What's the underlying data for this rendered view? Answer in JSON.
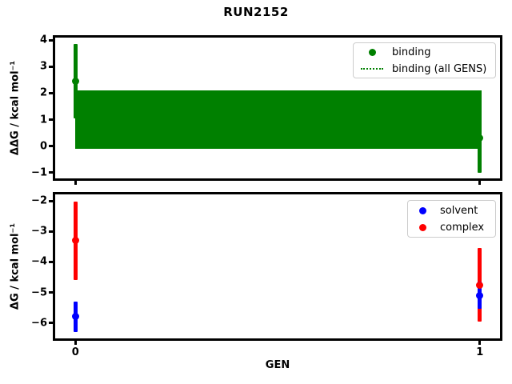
{
  "title": "RUN2152",
  "colors": {
    "binding": "#008000",
    "solvent": "#0000ff",
    "complex": "#ff0000",
    "axes": "#000000",
    "legend_border": "#cccccc"
  },
  "chart_data": [
    {
      "type": "scatter",
      "subtype": "errorbar",
      "title": "RUN2152",
      "xlabel": "",
      "ylabel": "ΔΔG / kcal mol⁻¹",
      "xlim": [
        -0.05,
        1.05
      ],
      "ylim": [
        -1.22,
        4.1
      ],
      "grid": false,
      "legend_position": "upper right",
      "yticks": [
        {
          "value": 4,
          "label": "4"
        },
        {
          "value": 3,
          "label": "3"
        },
        {
          "value": 2,
          "label": "2"
        },
        {
          "value": 1,
          "label": "1"
        },
        {
          "value": 0,
          "label": "0"
        },
        {
          "value": -1,
          "label": "−1"
        }
      ],
      "xticks": [
        {
          "value": 0,
          "label": "0"
        },
        {
          "value": 1,
          "label": "1"
        }
      ],
      "xtick_labels_visible": false,
      "legend": [
        {
          "label": "binding",
          "marker": "dot",
          "color": "#008000"
        },
        {
          "label": "binding (all GENS)",
          "marker": "dotted-line",
          "color": "#008000"
        }
      ],
      "series": [
        {
          "name": "binding",
          "color": "#008000",
          "x": [
            0,
            1
          ],
          "y": [
            2.45,
            0.3
          ],
          "yerr": [
            1.4,
            1.3
          ]
        }
      ],
      "band": {
        "label": "binding (all GENS)",
        "color": "#008000",
        "value": 1.0,
        "error": 1.1,
        "low": -0.1,
        "high": 2.1,
        "x_range": [
          0,
          1
        ]
      }
    },
    {
      "type": "scatter",
      "subtype": "errorbar",
      "title": "",
      "xlabel": "GEN",
      "ylabel": "ΔG / kcal mol⁻¹",
      "xlim": [
        -0.05,
        1.05
      ],
      "ylim": [
        -6.51,
        -1.78
      ],
      "grid": false,
      "legend_position": "upper right",
      "yticks": [
        {
          "value": -2,
          "label": "−2"
        },
        {
          "value": -3,
          "label": "−3"
        },
        {
          "value": -4,
          "label": "−4"
        },
        {
          "value": -5,
          "label": "−5"
        },
        {
          "value": -6,
          "label": "−6"
        }
      ],
      "xticks": [
        {
          "value": 0,
          "label": "0"
        },
        {
          "value": 1,
          "label": "1"
        }
      ],
      "xtick_labels_visible": true,
      "legend": [
        {
          "label": "solvent",
          "marker": "dot",
          "color": "#0000ff"
        },
        {
          "label": "complex",
          "marker": "dot",
          "color": "#ff0000"
        }
      ],
      "series": [
        {
          "name": "solvent",
          "color": "#0000ff",
          "x": [
            0,
            1
          ],
          "y": [
            -5.8,
            -5.1
          ],
          "yerr": [
            0.5,
            0.45
          ]
        },
        {
          "name": "complex",
          "color": "#ff0000",
          "x": [
            0,
            1
          ],
          "y": [
            -3.3,
            -4.75
          ],
          "yerr": [
            1.28,
            1.2
          ]
        }
      ]
    }
  ]
}
